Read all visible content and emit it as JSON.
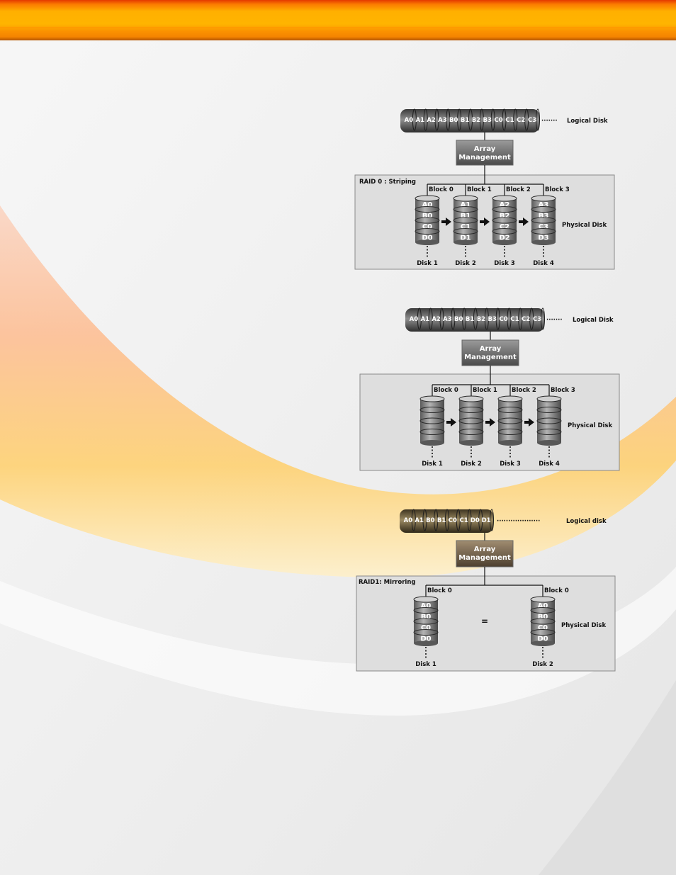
{
  "diagrams": [
    {
      "title": "RAID 0 : Striping",
      "logical_segments": [
        "A0",
        "A1",
        "A2",
        "A3",
        "B0",
        "B1",
        "B2",
        "B3",
        "C0",
        "C1",
        "C2",
        "C3"
      ],
      "logical_label": "Logical Disk",
      "array_label_1": "Array",
      "array_label_2": "Management",
      "blocks": [
        "Block 0",
        "Block 1",
        "Block 2",
        "Block 3"
      ],
      "disks": [
        {
          "name": "Disk 1",
          "segments": [
            "A0",
            "B0",
            "C0",
            "D0"
          ]
        },
        {
          "name": "Disk 2",
          "segments": [
            "A1",
            "B1",
            "C1",
            "D1"
          ]
        },
        {
          "name": "Disk 3",
          "segments": [
            "A2",
            "B2",
            "C2",
            "D2"
          ]
        },
        {
          "name": "Disk 4",
          "segments": [
            "A3",
            "B3",
            "C3",
            "D3"
          ]
        }
      ],
      "physical_label": "Physical Disk",
      "tint": "gray"
    },
    {
      "title": "",
      "logical_segments": [
        "A0",
        "A1",
        "A2",
        "A3",
        "B0",
        "B1",
        "B2",
        "B3",
        "C0",
        "C1",
        "C2",
        "C3"
      ],
      "logical_label": "Logical Disk",
      "array_label_1": "Array",
      "array_label_2": "Management",
      "blocks": [
        "Block 0",
        "Block 1",
        "Block 2",
        "Block 3"
      ],
      "disks": [
        {
          "name": "Disk 1",
          "segments": [
            "",
            "",
            "",
            ""
          ]
        },
        {
          "name": "Disk 2",
          "segments": [
            "",
            "",
            "",
            ""
          ]
        },
        {
          "name": "Disk 3",
          "segments": [
            "",
            "",
            "",
            ""
          ]
        },
        {
          "name": "Disk 4",
          "segments": [
            "",
            "",
            "",
            ""
          ]
        }
      ],
      "physical_label": "Physical Disk",
      "tint": "gray"
    },
    {
      "title": "RAID1: Mirroring",
      "logical_segments": [
        "A0",
        "A1",
        "B0",
        "B1",
        "C0",
        "C1",
        "D0",
        "D1"
      ],
      "logical_label": "Logical disk",
      "array_label_1": "Array",
      "array_label_2": "Management",
      "blocks": [
        "Block 0",
        "Block 0"
      ],
      "disks": [
        {
          "name": "Disk 1",
          "segments": [
            "A0",
            "B0",
            "C0",
            "D0"
          ]
        },
        {
          "name": "Disk 2",
          "segments": [
            "A0",
            "B0",
            "C0",
            "D0"
          ]
        }
      ],
      "equals_sign": "=",
      "physical_label": "Physical Disk",
      "tint": "brown"
    }
  ]
}
